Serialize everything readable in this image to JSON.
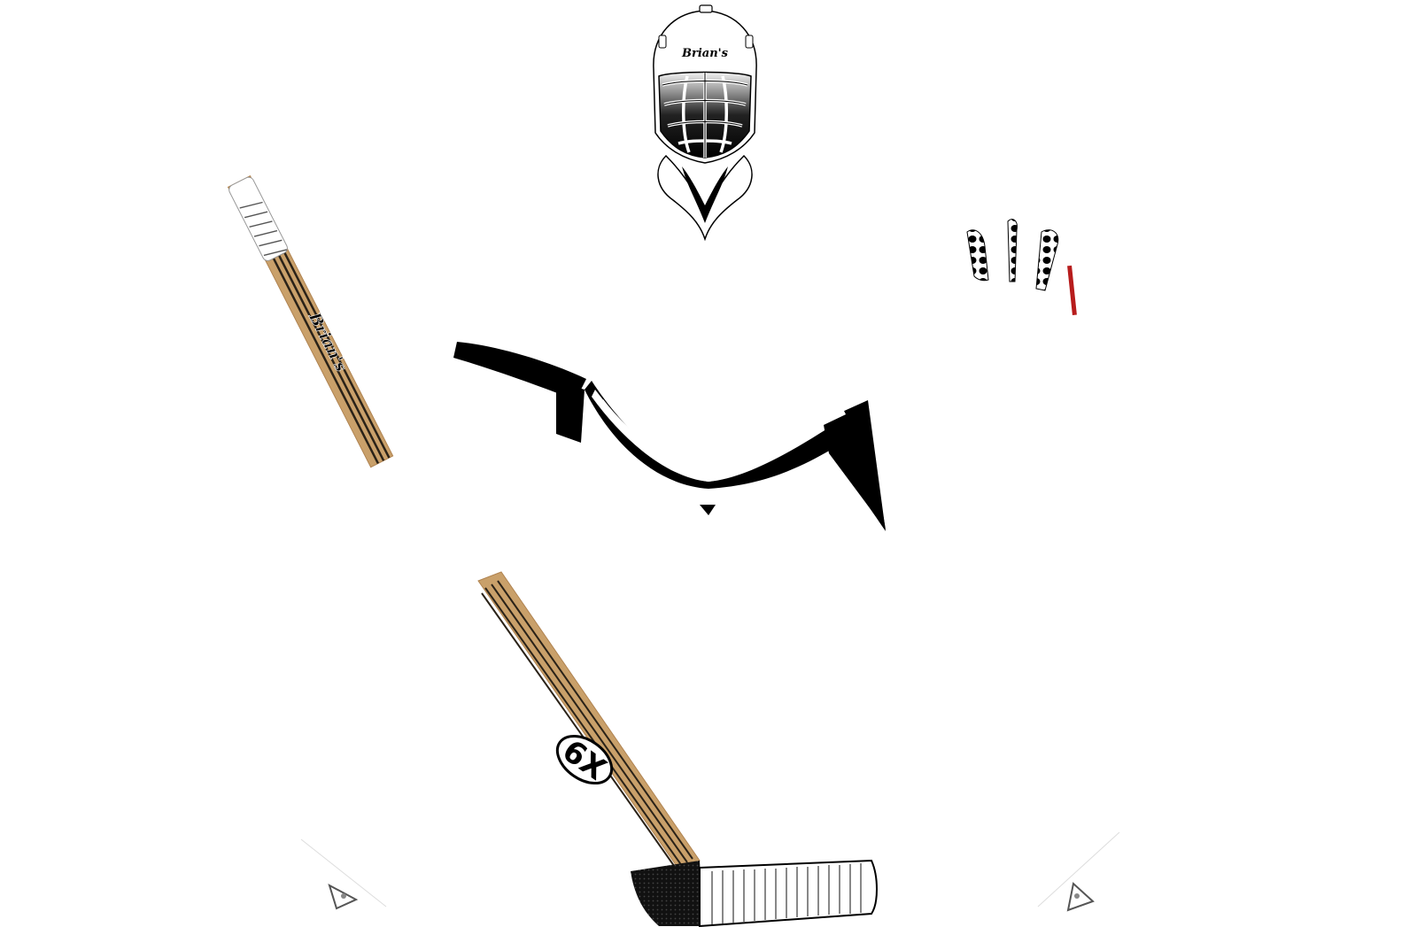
{
  "scene": {
    "background": "#ffffff",
    "colors": {
      "ink": "#000000",
      "stick_wood": "#c9a06a",
      "stick_stripe": "#2a2218",
      "tape_white": "#ffffff",
      "accent_red": "#b71c1c",
      "mesh_dark": "#111111"
    }
  },
  "mask": {
    "brand": "Brian's",
    "icon": "goalie-mask-icon"
  },
  "stick_top": {
    "brand": "Brian's",
    "icon": "hockey-stick-shaft-icon"
  },
  "stick_bottom": {
    "logo_text": "6X",
    "icon": "hockey-stick-blade-icon"
  },
  "jersey": {
    "icon": "jersey-collar-icon"
  },
  "glove": {
    "icon": "glove-fingers-icon"
  },
  "skates": {
    "icon": "skate-blade-icon"
  }
}
